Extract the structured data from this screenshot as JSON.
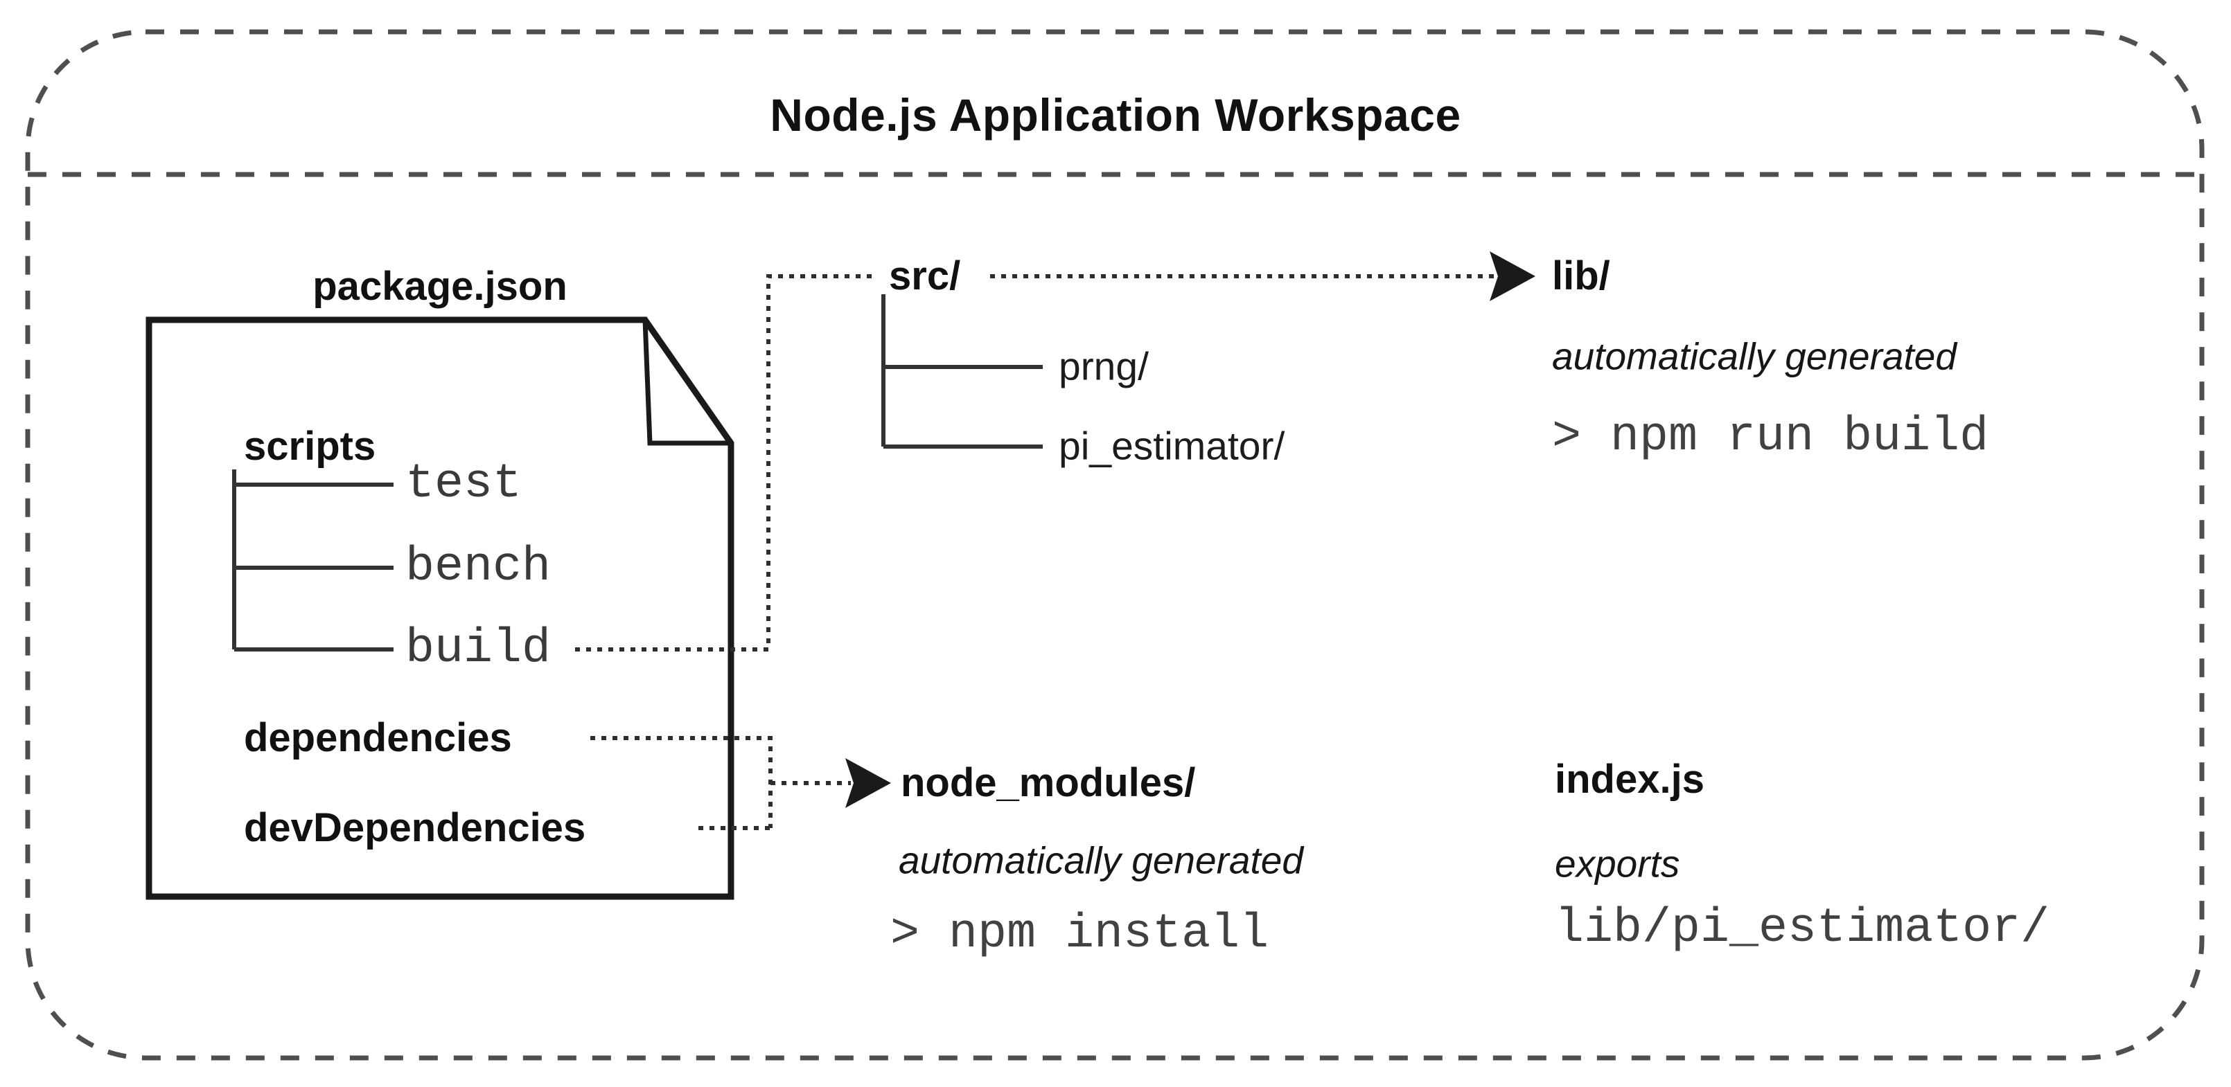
{
  "diagram": {
    "title": "Node.js Application Workspace",
    "package_json": {
      "label": "package.json",
      "scripts_label": "scripts",
      "scripts": [
        "test",
        "bench",
        "build"
      ],
      "dependencies_label": "dependencies",
      "dev_dependencies_label": "devDependencies"
    },
    "src": {
      "label": "src/",
      "children": [
        "prng/",
        "pi_estimator/"
      ]
    },
    "lib": {
      "label": "lib/",
      "note": "automatically generated",
      "command": "> npm run build"
    },
    "node_modules": {
      "label": "node_modules/",
      "note": "automatically generated",
      "command": "> npm install"
    },
    "index_js": {
      "label": "index.js",
      "note": "exports",
      "command": "lib/pi_estimator/"
    },
    "colors": {
      "border_dash": "#4f4f4f",
      "solid_line": "#1a1a1a",
      "tree_line": "#333333",
      "dotted_connector": "#2e2e2e",
      "mono_text": "#3a3a3a",
      "text": "#111111",
      "background": "#ffffff"
    }
  }
}
